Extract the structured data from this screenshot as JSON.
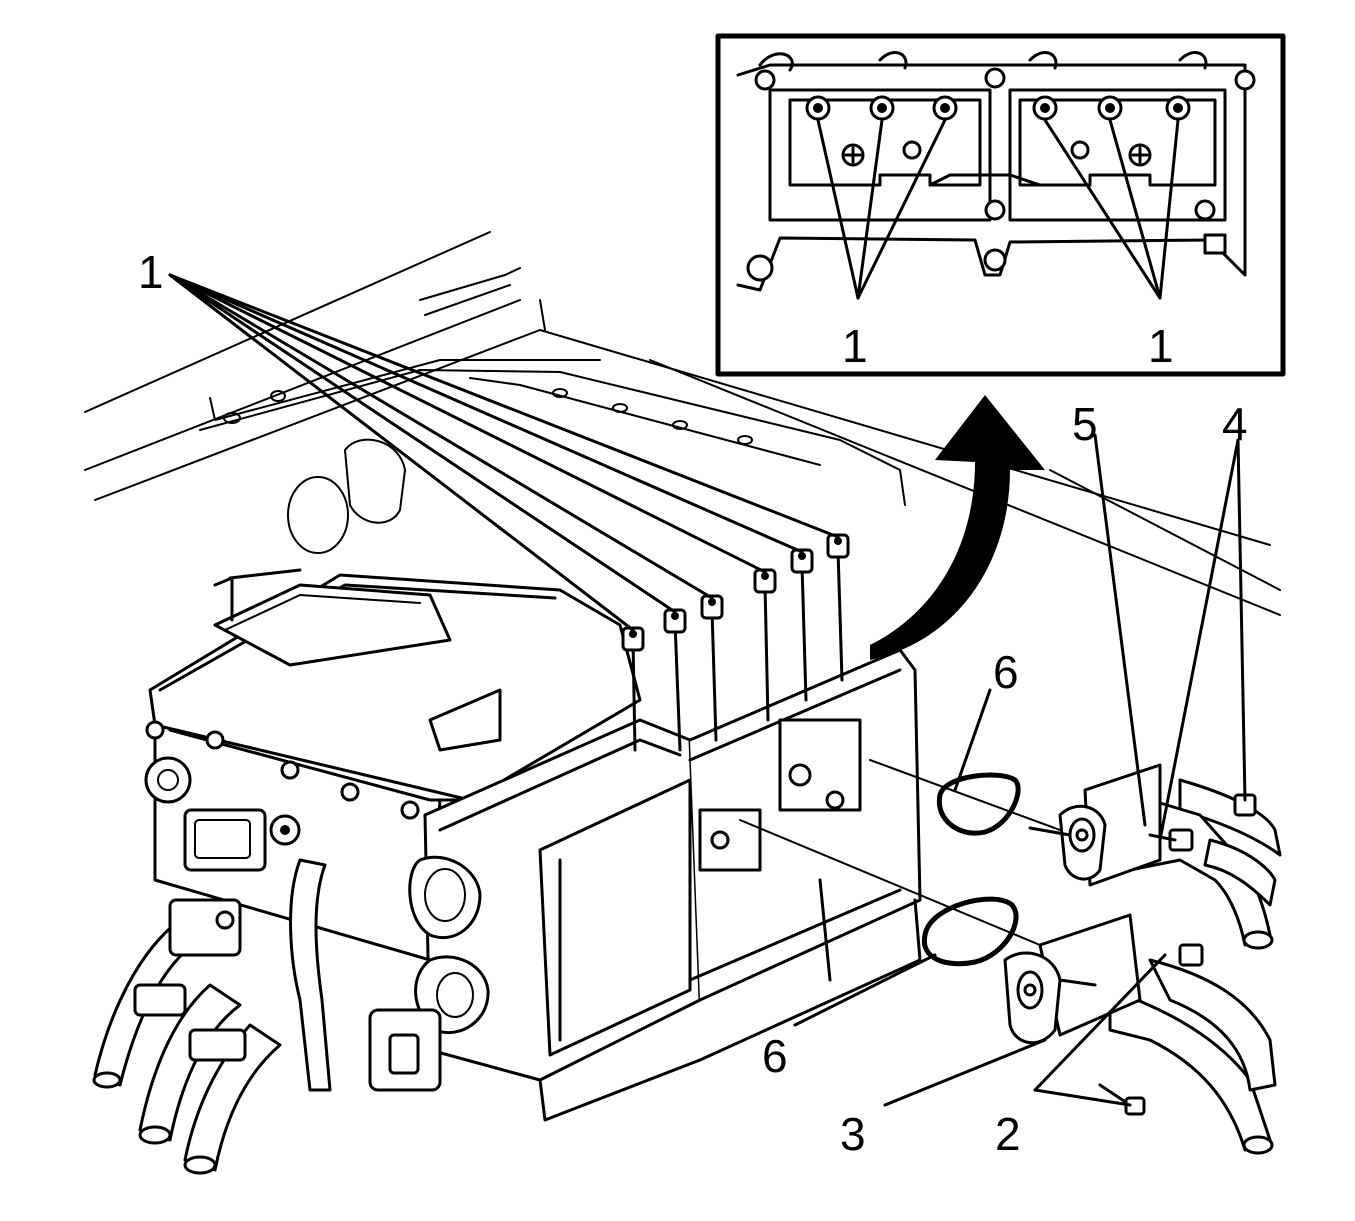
{
  "callouts": {
    "bolts_main": "1",
    "bolts_inset_left": "1",
    "bolts_inset_right": "1",
    "item_2": "2",
    "item_3": "3",
    "item_4": "4",
    "item_5": "5",
    "item_6_upper": "6",
    "item_6_lower": "6"
  },
  "colors": {
    "ink": "#000000",
    "paper": "#ffffff"
  }
}
